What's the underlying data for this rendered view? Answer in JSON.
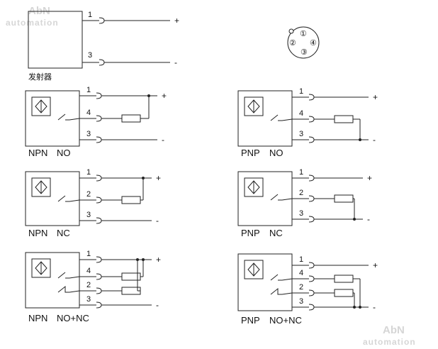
{
  "watermark": {
    "brand": "AbN",
    "sub": "automation"
  },
  "emitter": {
    "label": "发射器",
    "pins": [
      "1",
      "3"
    ],
    "signs": [
      "+",
      "-"
    ]
  },
  "connector": {
    "pins": [
      "①",
      "②",
      "③",
      "④"
    ]
  },
  "circuits": [
    {
      "id": "npn-no",
      "type": "NPN",
      "mode": "NO",
      "pins": [
        "1",
        "4",
        "3"
      ],
      "plus": "+",
      "minus": "-"
    },
    {
      "id": "pnp-no",
      "type": "PNP",
      "mode": "NO",
      "pins": [
        "1",
        "4",
        "3"
      ],
      "plus": "+",
      "minus": "-"
    },
    {
      "id": "npn-nc",
      "type": "NPN",
      "mode": "NC",
      "pins": [
        "1",
        "2",
        "3"
      ],
      "plus": "+",
      "minus": "-"
    },
    {
      "id": "pnp-nc",
      "type": "PNP",
      "mode": "NC",
      "pins": [
        "1",
        "2",
        "3"
      ],
      "plus": "+",
      "minus": "-"
    },
    {
      "id": "npn-nonc",
      "type": "NPN",
      "mode": "NO+NC",
      "pins": [
        "1",
        "4",
        "2",
        "3"
      ],
      "plus": "+",
      "minus": "-"
    },
    {
      "id": "pnp-nonc",
      "type": "PNP",
      "mode": "NO+NC",
      "pins": [
        "1",
        "4",
        "2",
        "3"
      ],
      "plus": "+",
      "minus": "-"
    }
  ]
}
